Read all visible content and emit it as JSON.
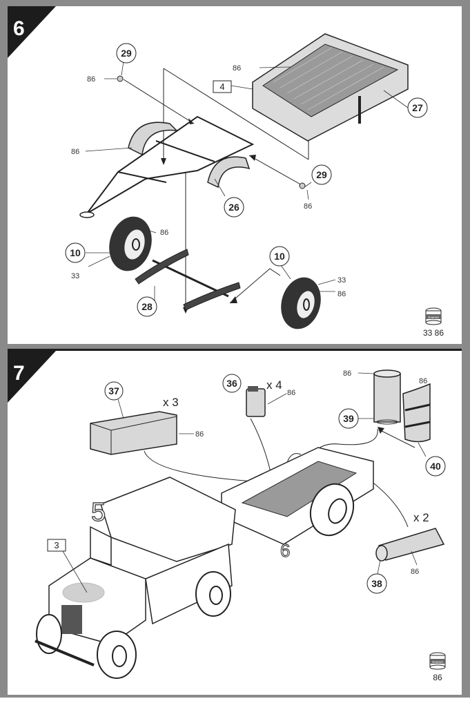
{
  "document": {
    "type": "model kit assembly instructions",
    "colors": {
      "frame": "#8a8a8a",
      "step_tab": "#1c1c1c",
      "paint_fill": "#d9d9d9",
      "line": "#222222"
    }
  },
  "steps": [
    {
      "number": "6",
      "subject": "Trailer chassis, body and wheels",
      "part_callouts": [
        {
          "part": "29",
          "paint": "86",
          "label": "29-top"
        },
        {
          "part": "29",
          "paint": "86",
          "label": "29-right"
        },
        {
          "part": "27",
          "label": "27"
        },
        {
          "part": "26",
          "label": "26"
        },
        {
          "part": "10",
          "paint_tyre": "33",
          "paint_hub": "86",
          "label": "10-left"
        },
        {
          "part": "10",
          "paint_tyre": "33",
          "paint_hub": "86",
          "label": "10-right"
        },
        {
          "part": "28",
          "label": "28"
        }
      ],
      "decal_callouts": [
        {
          "decal": "4"
        }
      ],
      "paint_labels": {
        "mudguard": "86",
        "body": "86"
      },
      "paint_tin": {
        "icon": "enamel-paint-tin-icon",
        "codes": "33 86",
        "tin_text": "Enamel"
      }
    },
    {
      "number": "7",
      "subject": "Trailer stowage and towing",
      "part_callouts": [
        {
          "part": "37",
          "quantity": "x 3",
          "paint": "86"
        },
        {
          "part": "36",
          "quantity": "x 4",
          "paint": "86"
        },
        {
          "part": "39",
          "paint": "86"
        },
        {
          "part": "40",
          "paint": "86"
        },
        {
          "part": "38",
          "quantity": "x 2",
          "paint": "86"
        }
      ],
      "decal_callouts": [
        {
          "decal": "3"
        }
      ],
      "marking_labels": {
        "vehicle_decal": "5",
        "trailer_decal": "6"
      },
      "paint_tin": {
        "icon": "enamel-paint-tin-icon",
        "codes": "86",
        "tin_text": "Enamel"
      }
    }
  ]
}
